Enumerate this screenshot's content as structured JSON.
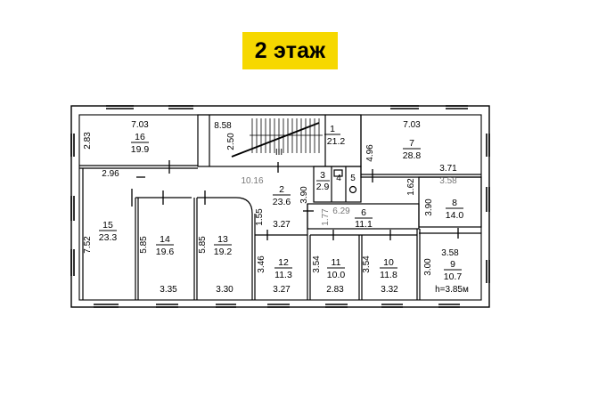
{
  "floor_label": "2 этаж",
  "colors": {
    "badge_bg": "#f6d800",
    "line": "#000000",
    "accent": "#d9cfc0"
  },
  "rooms": [
    {
      "number": "1",
      "area": "21.2"
    },
    {
      "number": "2",
      "area": "23.6"
    },
    {
      "number": "3",
      "area": "2.9"
    },
    {
      "number": "6",
      "area": "11.1"
    },
    {
      "number": "7",
      "area": "28.8"
    },
    {
      "number": "8",
      "area": "14.0"
    },
    {
      "number": "9",
      "area": "10.7"
    },
    {
      "number": "10",
      "area": "11.8"
    },
    {
      "number": "11",
      "area": "10.0"
    },
    {
      "number": "12",
      "area": "11.3"
    },
    {
      "number": "13",
      "area": "19.2"
    },
    {
      "number": "14",
      "area": "19.6"
    },
    {
      "number": "15",
      "area": "23.3"
    },
    {
      "number": "16",
      "area": "19.9"
    }
  ],
  "stair_label": "III",
  "small_labels": [
    "4",
    "5"
  ],
  "dimensions": [
    "7.03",
    "8.58",
    "7.03",
    "2.83",
    "2.50",
    "4.96",
    "2.96",
    "10.16",
    "3.71",
    "3.58",
    "1.62",
    "3.90",
    "3.90",
    "6.29",
    "1.77",
    "1.55",
    "3.27",
    "7.52",
    "5.85",
    "5.85",
    "3.46",
    "3.54",
    "3.54",
    "3.58",
    "3.00",
    "3.35",
    "3.30",
    "3.27",
    "2.83",
    "3.32"
  ],
  "ceiling_height": "h=3.85м"
}
